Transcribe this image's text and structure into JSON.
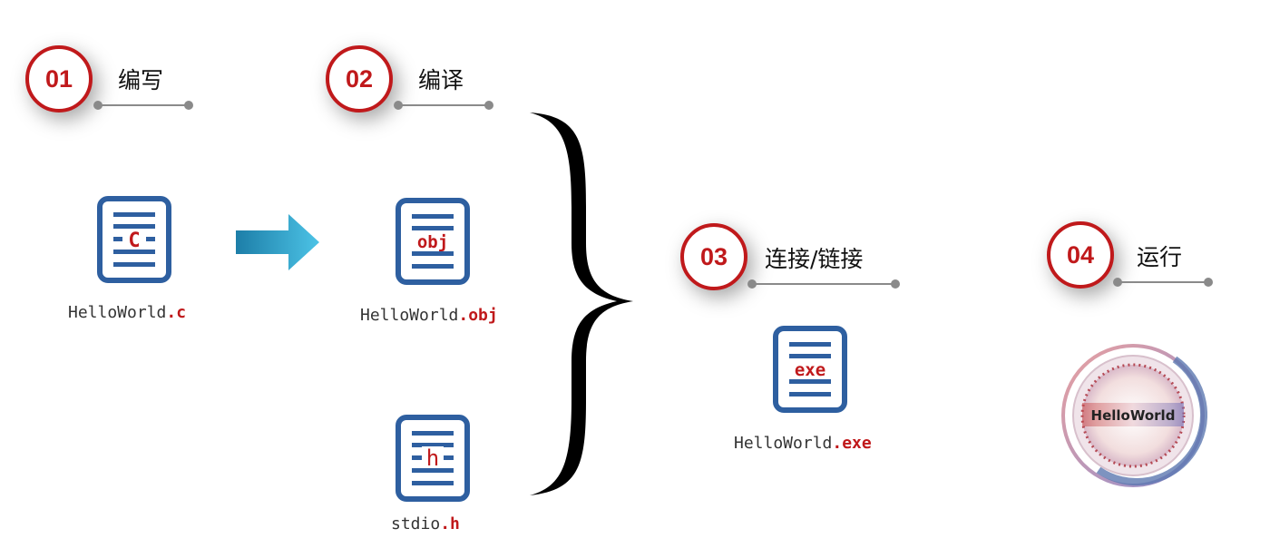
{
  "steps": [
    {
      "number": "01",
      "title": "编写"
    },
    {
      "number": "02",
      "title": "编译"
    },
    {
      "number": "03",
      "title": "连接/链接"
    },
    {
      "number": "04",
      "title": "运行"
    }
  ],
  "files": {
    "source": {
      "icon_text": "C",
      "name": "HelloWorld",
      "ext": ".c"
    },
    "object": {
      "icon_text": "obj",
      "name": "HelloWorld",
      "ext": ".obj"
    },
    "header": {
      "icon_text": "h",
      "name": "stdio",
      "ext": ".h"
    },
    "exe": {
      "icon_text": "exe",
      "name": "HelloWorld",
      "ext": ".exe"
    }
  },
  "run_result": "HelloWorld",
  "colors": {
    "accent": "#c0191b",
    "icon_blue": "#2e5fa0",
    "arrow": "#2aa6cc",
    "line": "#8a8a8a"
  },
  "icons": {
    "arrow": "right-arrow-icon",
    "brace": "curly-brace-icon",
    "document": "document-icon"
  }
}
